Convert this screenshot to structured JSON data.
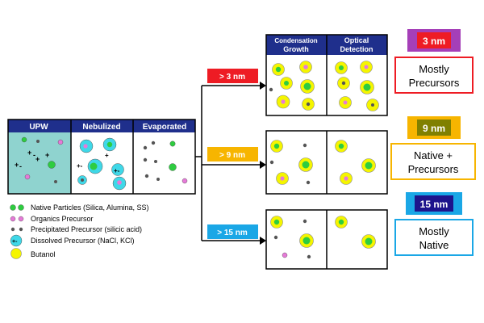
{
  "stages": {
    "upw": "UPW",
    "nebulized": "Nebulized",
    "evaporated": "Evaporated"
  },
  "detection_headers": {
    "condensation_line1": "Condensation",
    "condensation_line2": "Growth",
    "optical_line1": "Optical",
    "optical_line2": "Detection"
  },
  "branches": [
    {
      "threshold": "> 3 nm",
      "size": "3 nm",
      "result_line1": "Mostly",
      "result_line2": "Precursors"
    },
    {
      "threshold": "> 9 nm",
      "size": "9 nm",
      "result_line1": "Native +",
      "result_line2": "Precursors"
    },
    {
      "threshold": "> 15 nm",
      "size": "15 nm",
      "result_line1": "Mostly",
      "result_line2": "Native"
    }
  ],
  "legend": [
    {
      "label": "Native Particles (Silica, Alumina, SS)",
      "icon": "native-particle-icon"
    },
    {
      "label": "Organics Precursor",
      "icon": "organics-precursor-icon"
    },
    {
      "label": "Precipitated Precursor (silicic acid)",
      "icon": "precipitated-precursor-icon"
    },
    {
      "label": "Dissolved Precursor (NaCl, KCl)",
      "icon": "dissolved-precursor-icon"
    },
    {
      "label": "Butanol",
      "icon": "butanol-icon"
    }
  ],
  "colors": {
    "header_blue": "#1f2f8c",
    "upw_fill": "#8fd3cf",
    "native_green": "#2ecc40",
    "organics_pink": "#e67ad8",
    "precipitated_gray": "#808080",
    "dissolved_cyan": "#3fd8e8",
    "butanol_yellow": "#f5f500",
    "red": "#ee1c24",
    "orange": "#f7b500",
    "blue": "#1aa7e6",
    "purple": "#a53fb8",
    "olive": "#808000",
    "navy": "#1d148c"
  }
}
